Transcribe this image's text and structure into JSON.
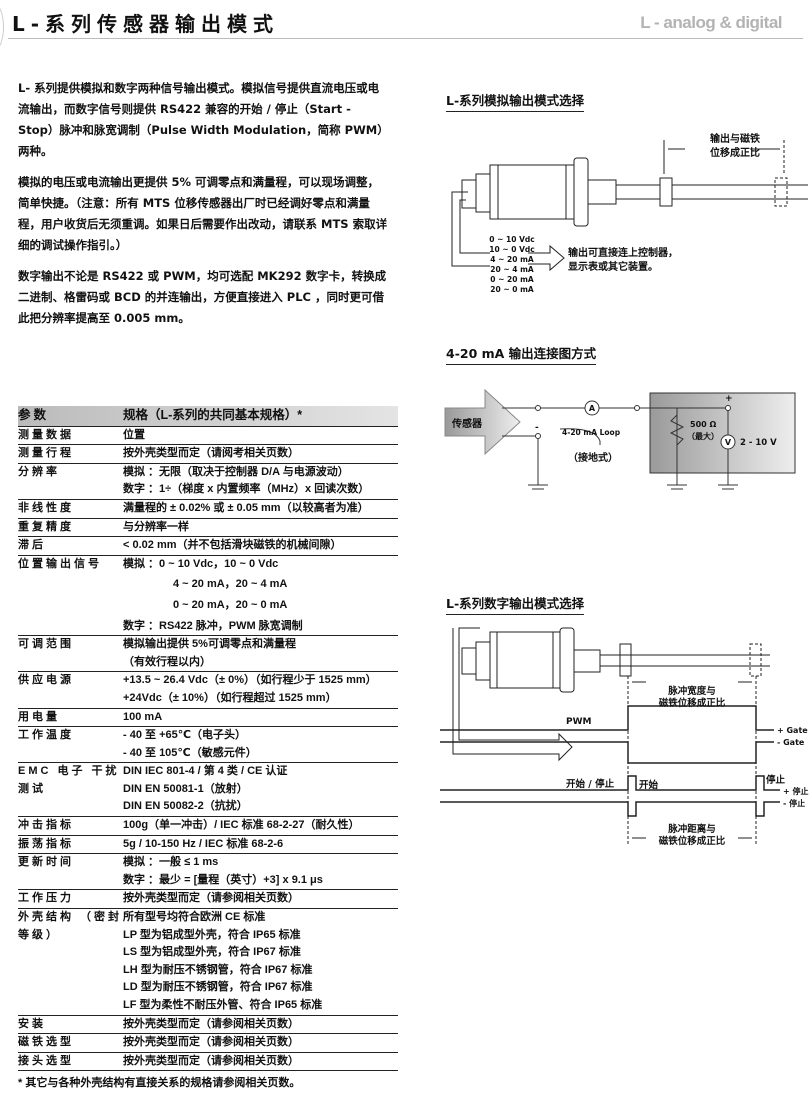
{
  "header": {
    "title": "L-系列传感器输出模式",
    "subtitle": "L - analog & digital"
  },
  "intro": [
    "L- 系列提供模拟和数字两种信号输出模式。模拟信号提供直流电压或电流输出，而数字信号则提供 RS422 兼容的开始 / 停止（Start - Stop）脉冲和脉宽调制（Pulse Width Modulation，简称 PWM）两种。",
    "模拟的电压或电流输出更提供 5% 可调零点和满量程，可以现场调整，简单快捷。（注意：所有 MTS 位移传感器出厂时已经调好零点和满量程，用户收货后无须重调。如果日后需要作出改动，请联系 MTS 索取详细的调试操作指引。）",
    "数字输出不论是 RS422 或 PWM，均可选配 MK292 数字卡，转换成二进制、格雷码或 BCD 的并连输出，方便直接进入 PLC ，同时更可借此把分辨率提高至 0.005 mm。"
  ],
  "spec": {
    "header": {
      "k": "参数",
      "v": "规格（L-系列的共同基本规格）*"
    },
    "rows": [
      {
        "k": "测量数据",
        "v": [
          "位置"
        ]
      },
      {
        "k": "测量行程",
        "v": [
          "按外壳类型而定（请阅考相关页数）"
        ]
      },
      {
        "k": "分辨率",
        "v": [
          "模拟 ：无限（取决于控制器 D/A 与电源波动）",
          "数字 ：1÷（梯度 x 内置频率（MHz）x 回读次数）"
        ]
      },
      {
        "k": "非线性度",
        "v": [
          "满量程的 ± 0.02% 或 ± 0.05 mm（以较高者为准）"
        ]
      },
      {
        "k": "重复精度",
        "v": [
          "与分辨率一样"
        ]
      },
      {
        "k": "滞后",
        "v": [
          "< 0.02 mm（并不包括滑块磁铁的机械间隙）"
        ]
      },
      {
        "k": "位置输出信号",
        "v": [
          "模拟 ：0 ~ 10 Vdc，10 ~ 0 Vdc",
          "4 ~ 20 mA，20 ~ 4 mA",
          "0 ~ 20 mA，20 ~ 0 mA",
          "数字 ：RS422 脉冲，PWM 脉宽调制"
        ]
      },
      {
        "k": "可调范围",
        "v": [
          "模拟输出提供 5%可调零点和满量程",
          "（有效行程以内）"
        ]
      },
      {
        "k": "供应电源",
        "v": [
          "+13.5 ~ 26.4 Vdc（± 0%）（如行程少于 1525 mm）",
          "+24Vdc（± 10%）（如行程超过 1525 mm）"
        ]
      },
      {
        "k": "用电量",
        "v": [
          "100 mA"
        ]
      },
      {
        "k": "工作温度",
        "v": [
          "- 40 至 +65℃（电子头）",
          "- 40 至 105℃（敏感元件）"
        ]
      },
      {
        "k": "EMC 电子 干扰测试",
        "v": [
          "DIN IEC 801-4 / 第 4 类 / CE 认证",
          "DIN EN 50081-1（放射）",
          "DIN EN 50082-2（抗扰）"
        ]
      },
      {
        "k": "冲击指标",
        "v": [
          "100g（单一冲击）/ IEC 标准 68-2-27（耐久性）"
        ]
      },
      {
        "k": "振荡指标",
        "v": [
          "5g / 10-150 Hz / IEC 标准 68-2-6"
        ]
      },
      {
        "k": "更新时间",
        "v": [
          "模拟 ：一般 ≤ 1 ms",
          "数字 ：最少 = [量程（英寸）+3] x 9.1 μs"
        ]
      },
      {
        "k": "工作压力",
        "v": [
          "按外壳类型而定（请参阅相关页数）"
        ]
      },
      {
        "k": "外壳结构 （密封等级）",
        "v": [
          "所有型号均符合欧洲 CE 标准",
          "LP 型为铝成型外壳，符合 IP65 标准",
          "LS 型为铝成型外壳，符合 IP67 标准",
          "LH 型为耐压不锈钢管，符合 IP67 标准",
          "LD 型为耐压不锈钢管，符合 IP67 标准",
          "LF 型为柔性不耐压外管、符合 IP65 标准"
        ]
      },
      {
        "k": "安装",
        "v": [
          "按外壳类型而定（请参阅相关页数）"
        ]
      },
      {
        "k": "磁铁选型",
        "v": [
          "按外壳类型而定（请参阅相关页数）"
        ]
      },
      {
        "k": "接头选型",
        "v": [
          "按外壳类型而定（请参阅相关页数）"
        ]
      }
    ],
    "footnote": "* 其它与各种外壳结构有直接关系的规格请参阅相关页数。"
  },
  "analog": {
    "title": "L-系列模拟输出模式选择",
    "dim_label": [
      "输出与磁铁",
      "位移成正比"
    ],
    "outputs": [
      "0 ~ 10 Vdc",
      "10 ~ 0 Vdc",
      "4 ~ 20 mA",
      "20 ~ 4 mA",
      "0 ~ 20 mA",
      "20 ~ 0 mA"
    ],
    "note": [
      "输出可直接连上控制器，",
      "显示表或其它装置。"
    ]
  },
  "loop": {
    "title": "4-20 mA 输出连接图方式",
    "sensor": "传感器",
    "minus": "-",
    "plus": "+",
    "ammeter": "A",
    "voltmeter": "V",
    "loop_label": "4-20 mA Loop",
    "ground_type": "（接地式）",
    "resistor": "500 Ω",
    "resistor_note": "（最大）",
    "voltage": "2 - 10 V"
  },
  "digital": {
    "title": "L-系列数字输出模式选择",
    "top_dim": [
      "脉冲宽度与",
      "磁铁位移成正比"
    ],
    "pwm": "PWM",
    "gate_plus": "+ Gate",
    "gate_minus": "- Gate",
    "ss": "开始 / 停止",
    "start": "开始",
    "stop": "停止",
    "stop_plus": "+ 停止",
    "stop_minus": "- 停止",
    "bottom_dim": [
      "脉冲距离与",
      "磁铁位移成正比"
    ]
  }
}
